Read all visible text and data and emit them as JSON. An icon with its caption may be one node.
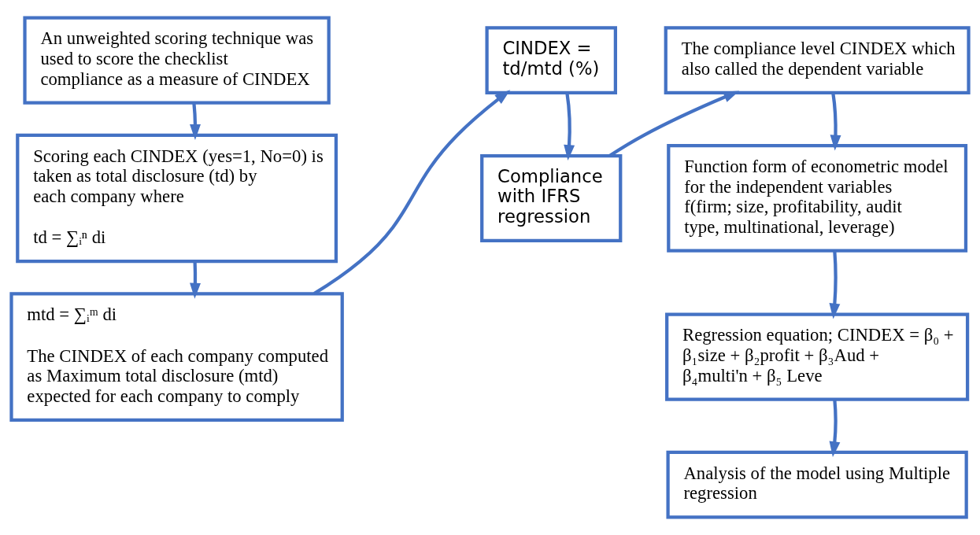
{
  "diagram": {
    "nodes": [
      {
        "text": [
          "An unweighted scoring technique was used to score the checklist compliance as a measure of CINDEX"
        ]
      },
      {
        "text": [
          "Scoring each CINDEX (yes=1, No=0) is taken as total disclosure (td) by each company where",
          "td = ∑ᵢⁿ di"
        ]
      },
      {
        "text": [
          "mtd = ∑ᵢᵐ di",
          "The CINDEX of each company computed as Maximum total disclosure (mtd) expected for each company to comply"
        ]
      },
      {
        "text": [
          "CINDEX = td/mtd (%)"
        ]
      },
      {
        "text": [
          "Compliance with IFRS regression"
        ]
      },
      {
        "text": [
          "The compliance level CINDEX which also called the dependent variable"
        ]
      },
      {
        "text": [
          "Function form of econometric model for the independent variables f(firm; size, profitability, audit type, multinational, leverage)"
        ]
      },
      {
        "text": [
          "Regression equation; CINDEX = β₀ + β₁size + β₂profit + β₃Aud + β₄multi'n + β₅ Leve"
        ]
      },
      {
        "text": [
          "Analysis of the model using Multiple regression"
        ]
      }
    ],
    "edges": [
      {
        "from": 0,
        "to": 1,
        "arrow": "to"
      },
      {
        "from": 1,
        "to": 2,
        "arrow": "to"
      },
      {
        "from": 2,
        "to": 3,
        "arrow": "to"
      },
      {
        "from": 3,
        "to": 4,
        "arrow": "to"
      },
      {
        "from": 4,
        "to": 5,
        "arrow": "to"
      },
      {
        "from": 5,
        "to": 6,
        "arrow": "to"
      },
      {
        "from": 6,
        "to": 7,
        "arrow": "to"
      },
      {
        "from": 7,
        "to": 8,
        "arrow": "to"
      }
    ]
  }
}
